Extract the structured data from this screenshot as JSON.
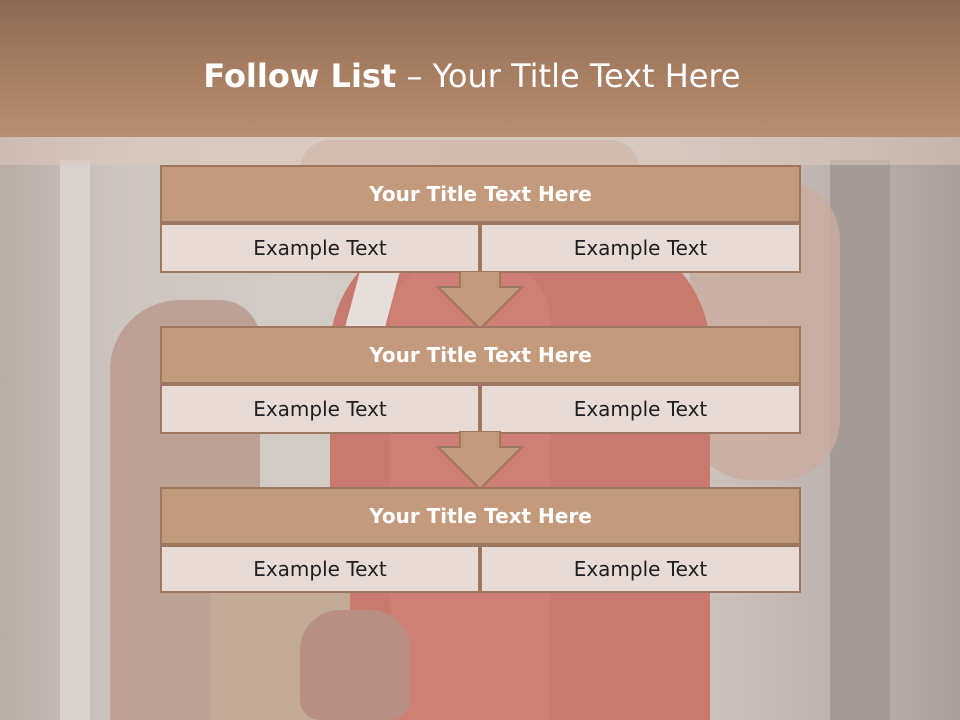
{
  "header": {
    "title_bold": "Follow List",
    "title_rest": " – Your Title Text Here"
  },
  "steps": [
    {
      "title": "Your Title Text Here",
      "left": "Example Text",
      "right": "Example Text"
    },
    {
      "title": "Your Title Text Here",
      "left": "Example Text",
      "right": "Example Text"
    },
    {
      "title": "Your Title Text Here",
      "left": "Example Text",
      "right": "Example Text"
    }
  ],
  "colors": {
    "header": "#a67d61",
    "title_fill": "#c49a7d",
    "cell_fill": "#e8dad4",
    "border": "#9e7760"
  },
  "icons": [
    "down-arrow-icon",
    "down-arrow-icon"
  ]
}
